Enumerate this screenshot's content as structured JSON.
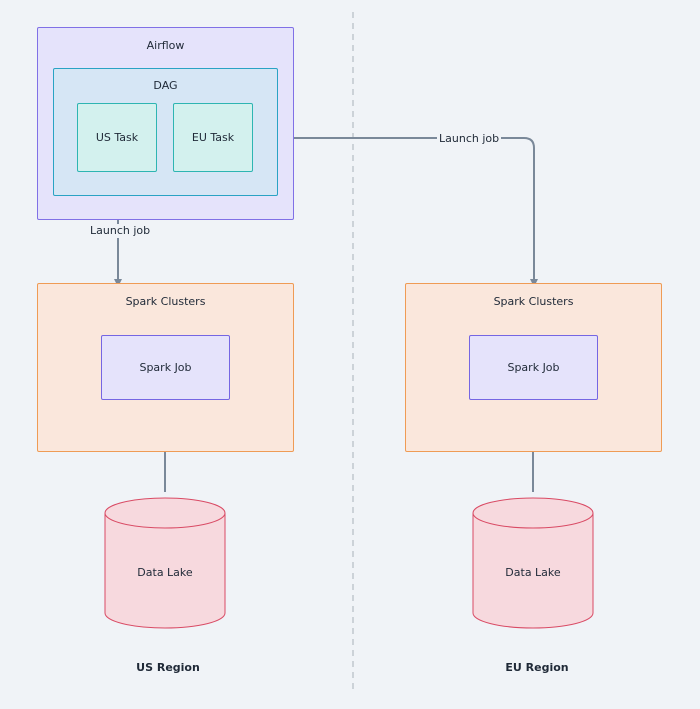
{
  "airflow": {
    "title": "Airflow"
  },
  "dag": {
    "title": "DAG"
  },
  "tasks": {
    "us": "US Task",
    "eu": "EU Task"
  },
  "clusters": {
    "us": "Spark Clusters",
    "eu": "Spark Clusters"
  },
  "jobs": {
    "us": "Spark Job",
    "eu": "Spark Job"
  },
  "lakes": {
    "us": "Data Lake",
    "eu": "Data Lake"
  },
  "edges": {
    "us_launch": "Launch job",
    "eu_launch": "Launch job"
  },
  "regions": {
    "us": "US Region",
    "eu": "EU Region"
  },
  "colors": {
    "airflow_fill": "#e5e3fb",
    "airflow_border": "#8070e6",
    "dag_fill": "#d6e6f5",
    "dag_border": "#2aa3c4",
    "task_fill": "#d3f1ee",
    "task_border": "#2eb5b2",
    "cluster_fill": "#fae7dc",
    "cluster_border": "#ef9b55",
    "job_fill": "#e5e3fb",
    "job_border": "#7566e3",
    "lake_fill": "#f7d9de",
    "lake_border": "#d94a64",
    "edge": "#7a8899",
    "divider": "#a9b0b9"
  }
}
